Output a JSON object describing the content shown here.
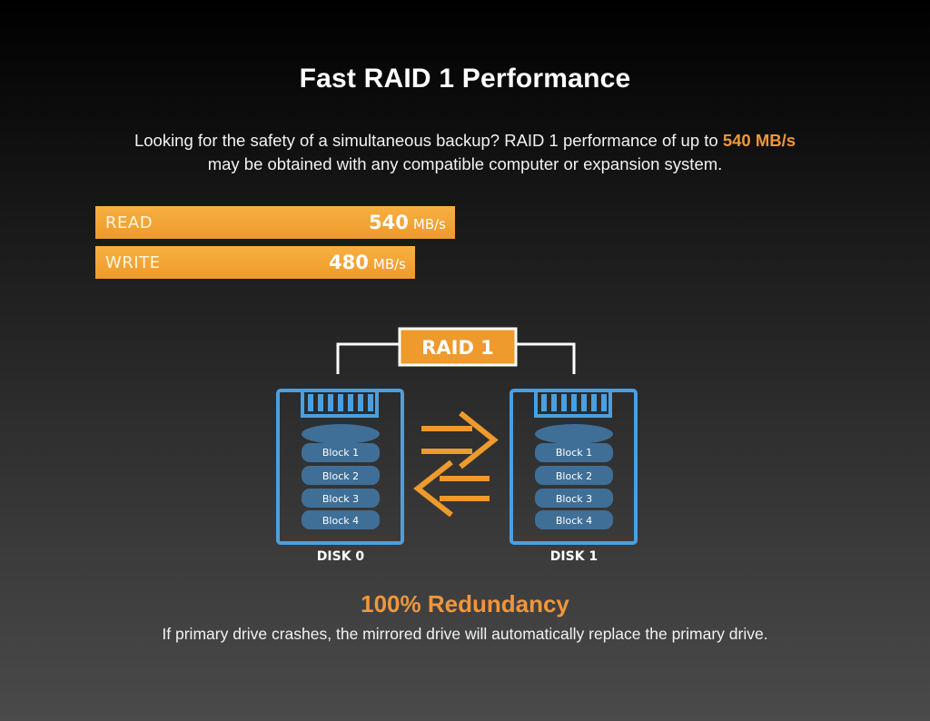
{
  "header": {
    "title": "Fast RAID 1 Performance"
  },
  "intro": {
    "text_before": "Looking for the safety of a simultaneous backup? RAID 1 performance of up to ",
    "highlight": "540 MB/s",
    "line2": "may be obtained with any compatible computer or expansion system."
  },
  "speeds": {
    "read": {
      "label": "READ",
      "value": 540,
      "unit": "MB/s"
    },
    "write": {
      "label": "WRITE",
      "value": 480,
      "unit": "MB/s"
    }
  },
  "diagram": {
    "raid_label": "RAID 1",
    "disks": [
      {
        "label": "DISK 0",
        "blocks": [
          "Block 1",
          "Block 2",
          "Block 3",
          "Block 4"
        ]
      },
      {
        "label": "DISK 1",
        "blocks": [
          "Block 1",
          "Block 2",
          "Block 3",
          "Block 4"
        ]
      }
    ],
    "icons": [
      "disk-icon",
      "connector-icon",
      "mirror-arrows-icon"
    ]
  },
  "colors": {
    "accent": "#f0963c",
    "disk_outline": "#4a9fe0",
    "stack": "#3f6f97"
  },
  "redundancy": {
    "title": "100% Redundancy",
    "description": "If primary drive crashes, the mirrored drive will automatically replace the primary drive."
  }
}
